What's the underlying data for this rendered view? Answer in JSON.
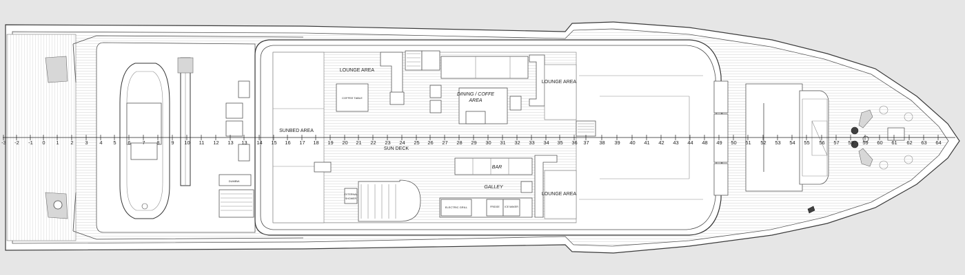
{
  "deck": {
    "name": "SUN DECK",
    "frames": [
      "-3",
      "-2",
      "-1",
      "0",
      "1",
      "2",
      "3",
      "4",
      "5",
      "6",
      "7",
      "8",
      "9",
      "10",
      "11",
      "12",
      "13",
      "13",
      "14",
      "15",
      "16",
      "17",
      "18",
      "19",
      "20",
      "21",
      "22",
      "23",
      "24",
      "25",
      "26",
      "27",
      "28",
      "29",
      "30",
      "31",
      "32",
      "33",
      "34",
      "35",
      "36",
      "37",
      "38",
      "39",
      "40",
      "41",
      "42",
      "43",
      "44",
      "48",
      "49",
      "50",
      "51",
      "52",
      "53",
      "54",
      "55",
      "56",
      "57",
      "58",
      "59",
      "60",
      "61",
      "62",
      "63",
      "64"
    ]
  },
  "areas": {
    "lounge_top": "LOUNGE AREA",
    "lounge_right_top": "LOUNGE AREA",
    "lounge_right_bottom": "LOUNGE AREA",
    "sunbed": "SUNBED AREA",
    "dining_line1": "DINING / COFFE",
    "dining_line2": "AREA",
    "bar": "BAR",
    "galley": "GALLEY"
  },
  "fixtures": {
    "coffee_table": "COFFEE TABLE",
    "external_shower_line1": "EXTERNAL",
    "external_shower_line2": "SHOWER",
    "electric_grill": "ELECTRIC GRILL",
    "fridge": "FRIDGE",
    "ice_maker": "ICE MAKER",
    "dumbwaiter": "DUMBW."
  },
  "colors": {
    "background": "#e6e6e6",
    "hull_fill": "#ffffff",
    "hull_stroke": "#3a3a3a",
    "teak": "#d9d9d9"
  }
}
